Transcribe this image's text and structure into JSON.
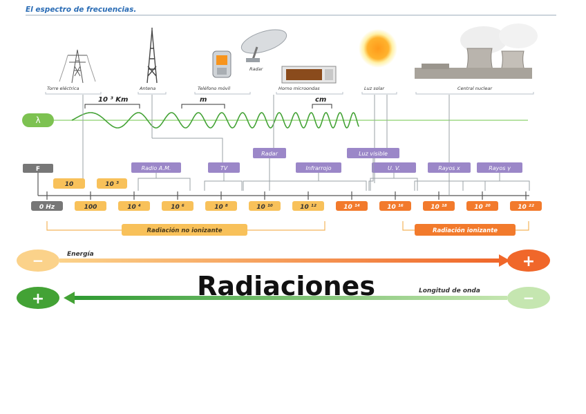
{
  "title": "El espectro de frecuencias.",
  "sources": [
    {
      "label": "Torre eléctrica",
      "icon": "power-tower-icon"
    },
    {
      "label": "Antena",
      "icon": "antenna-icon"
    },
    {
      "label": "Teléfono móvil",
      "icon": "mobile-phone-icon"
    },
    {
      "label": "Radar",
      "icon": "radar-dish-icon"
    },
    {
      "label": "Horno microondas",
      "icon": "microwave-oven-icon"
    },
    {
      "label": "Luz solar",
      "icon": "sun-icon"
    },
    {
      "label": "Central nuclear",
      "icon": "nuclear-plant-icon"
    }
  ],
  "wave": {
    "symbol": "λ",
    "scale_labels": [
      "10 ³ Km",
      "m",
      "cm"
    ],
    "colors": {
      "wave": "#43a235",
      "axis": "#8cd16e",
      "badge": "#7dc251"
    }
  },
  "f_badge": "F",
  "bands": [
    "Radio A.M.",
    "TV",
    "Radar",
    "Infrarrojo",
    "Luz visible",
    "U. V.",
    "Rayos x",
    "Rayos γ"
  ],
  "upper_ticks": [
    "10",
    "10 ³"
  ],
  "axis_ticks": [
    "0 Hz",
    "100",
    "10 ⁴",
    "10 ⁶",
    "10 ⁸",
    "10 ¹⁰",
    "10 ¹²",
    "10 ¹⁴",
    "10 ¹⁶",
    "10 ¹⁸",
    "10 ²⁰",
    "10 ²²"
  ],
  "groups": {
    "non_ionizing": "Radiación no ionizante",
    "ionizing": "Radiación ionizante"
  },
  "energy": {
    "label": "Energía",
    "minus": "−",
    "plus": "+"
  },
  "wavelength": {
    "label": "Longitud de onda",
    "plus": "+",
    "minus": "−"
  },
  "heading": "Radiaciones",
  "colors": {
    "band_purple": "#9b87c8",
    "tick_yellow": "#f8c15a",
    "tick_orange": "#f27a2c",
    "tick_gray": "#777777",
    "energy_arrow": "#f3a341",
    "wavelength_arrow": "#6fbd4c",
    "title_blue": "#2a6cb5"
  }
}
